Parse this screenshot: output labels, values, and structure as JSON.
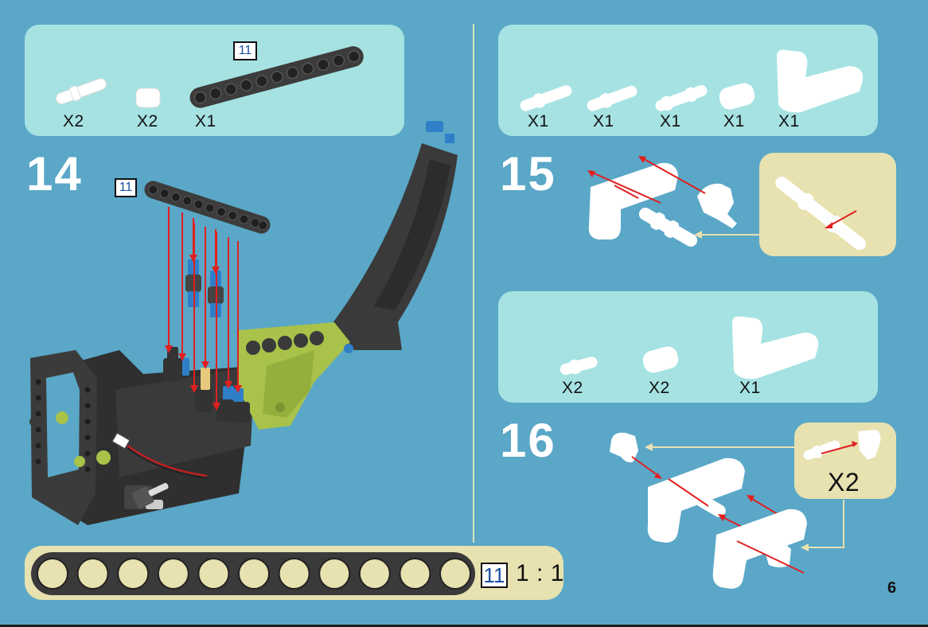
{
  "page_number": "6",
  "step14": {
    "number": "14",
    "beam_badge": "11",
    "assembly_badge": "11",
    "parts": [
      {
        "name": "axle-pin",
        "qty": "X2"
      },
      {
        "name": "bush",
        "qty": "X2"
      },
      {
        "name": "beam-11",
        "qty": "X1"
      }
    ]
  },
  "step15": {
    "number": "15",
    "parts": [
      {
        "name": "pin-long",
        "qty": "X1"
      },
      {
        "name": "axle-pin",
        "qty": "X1"
      },
      {
        "name": "pin-3l",
        "qty": "X1"
      },
      {
        "name": "bush",
        "qty": "X1"
      },
      {
        "name": "angle-beam",
        "qty": "X1"
      }
    ]
  },
  "step16": {
    "number": "16",
    "sub_qty": "X2",
    "parts": [
      {
        "name": "pin",
        "qty": "X2"
      },
      {
        "name": "bush",
        "qty": "X2"
      },
      {
        "name": "angle-beam",
        "qty": "X1"
      }
    ]
  },
  "ruler": {
    "badge": "11",
    "scale": "1 : 1",
    "holes": 11
  },
  "colors": {
    "background": "#5aa7c7",
    "panel": "#a6e2e2",
    "tan_panel": "#e8e1b0",
    "arrow": "#e02020",
    "beam": "#3a3a3a",
    "lime": "#a8c24a"
  }
}
